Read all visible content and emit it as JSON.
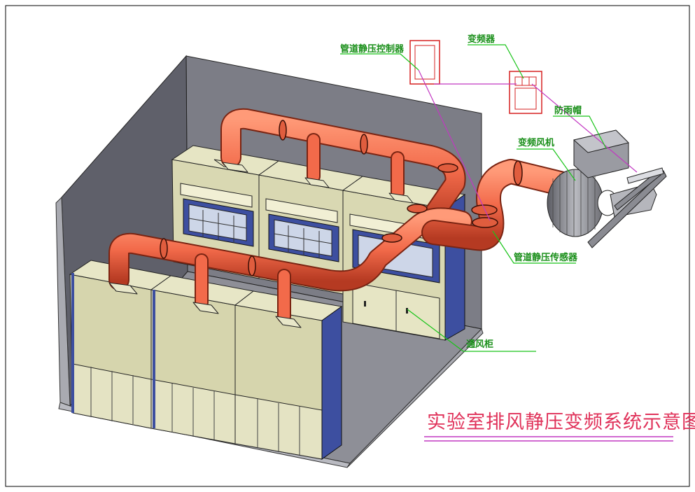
{
  "diagram": {
    "title": "实验室排风静压变频系统示意图",
    "labels": {
      "pressure_controller": "管道静压控制器",
      "frequency_converter": "变频器",
      "rain_cap": "防雨帽",
      "vfd_fan": "变频风机",
      "pressure_sensor": "管道静压传感器",
      "fume_hood": "通风柜"
    },
    "colors": {
      "duct": "#f26a4a",
      "duct_dark": "#c9452c",
      "cabinet": "#d8d7b0",
      "room_wall": "#6e6f7a",
      "leader_line": "#19c419",
      "signal_line": "#c238c2",
      "title": "#e0325a",
      "controller_box": "#d62020"
    }
  }
}
